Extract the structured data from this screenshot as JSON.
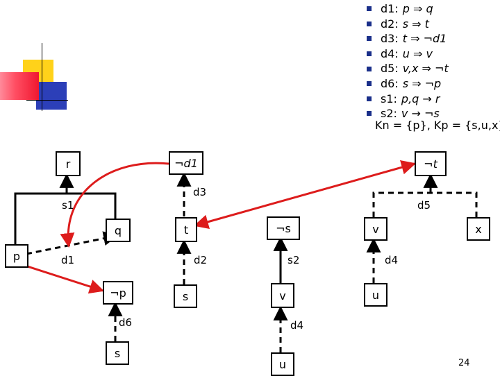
{
  "rules": [
    {
      "label": "d1:",
      "body": "p ⇒ q"
    },
    {
      "label": "d2:",
      "body": "s ⇒ t"
    },
    {
      "label": "d3:",
      "body": "t ⇒ ¬d1"
    },
    {
      "label": "d4:",
      "body": "u ⇒ v"
    },
    {
      "label": "d5:",
      "body": "v,x ⇒ ¬t"
    },
    {
      "label": "d6:",
      "body": "s ⇒ ¬p"
    },
    {
      "label": "s1:",
      "body": "p,q → r"
    },
    {
      "label": "s2:",
      "body": "v → ¬s"
    }
  ],
  "kappa_line": "Kn = {p}, Kp = {s,u,x}",
  "nodes": {
    "r": "r",
    "neg_d1": "¬d1",
    "neg_t": "¬t",
    "q": "q",
    "t": "t",
    "neg_s": "¬s",
    "v_top": "v",
    "x": "x",
    "p": "p",
    "neg_p": "¬p",
    "s_mid": "s",
    "v_mid": "v",
    "u_right": "u",
    "s_bottom": "s",
    "u_bottom": "u"
  },
  "edge_labels": {
    "d3": "d3",
    "s1": "s1",
    "d5": "d5",
    "d1": "d1",
    "d2": "d2",
    "s2": "s2",
    "d4_right": "d4",
    "d6": "d6",
    "d4_bottom": "d4"
  },
  "page_number": "24",
  "colors": {
    "attack": "#dd1c1c",
    "bullet": "#1a2f8a"
  }
}
